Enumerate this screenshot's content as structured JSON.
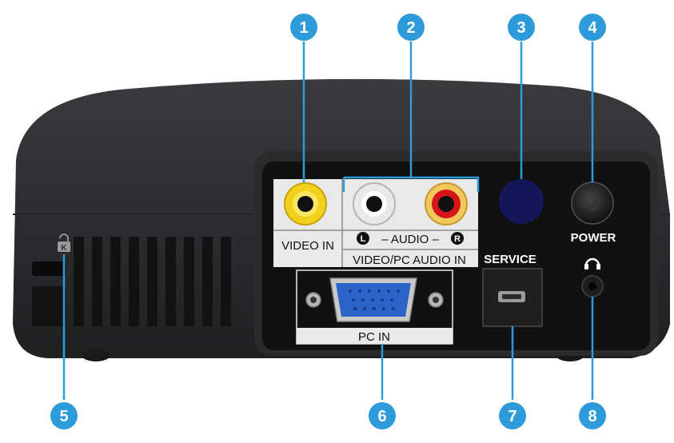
{
  "callouts": [
    "1",
    "2",
    "3",
    "4",
    "5",
    "6",
    "7",
    "8"
  ],
  "labels": {
    "video_in": "VIDEO IN",
    "audio": "– AUDIO –",
    "audio_left": "L",
    "audio_right": "R",
    "video_pc_audio_in": "VIDEO/PC AUDIO IN",
    "service": "SERVICE",
    "power": "POWER",
    "pc_in": "PC IN"
  },
  "colors": {
    "callout_blue": "#2d9bd9",
    "body_dark": "#2e2f31",
    "panel_black": "#111111",
    "label_strip": "#e9e9e9",
    "rca_yellow": "#f1d11c",
    "rca_white": "#f2f2f2",
    "rca_red": "#d6141a",
    "sensor_blue": "#14165a",
    "vga_blue": "#2c63c8"
  },
  "icons": [
    "kensington-lock-icon",
    "headphone-icon"
  ]
}
